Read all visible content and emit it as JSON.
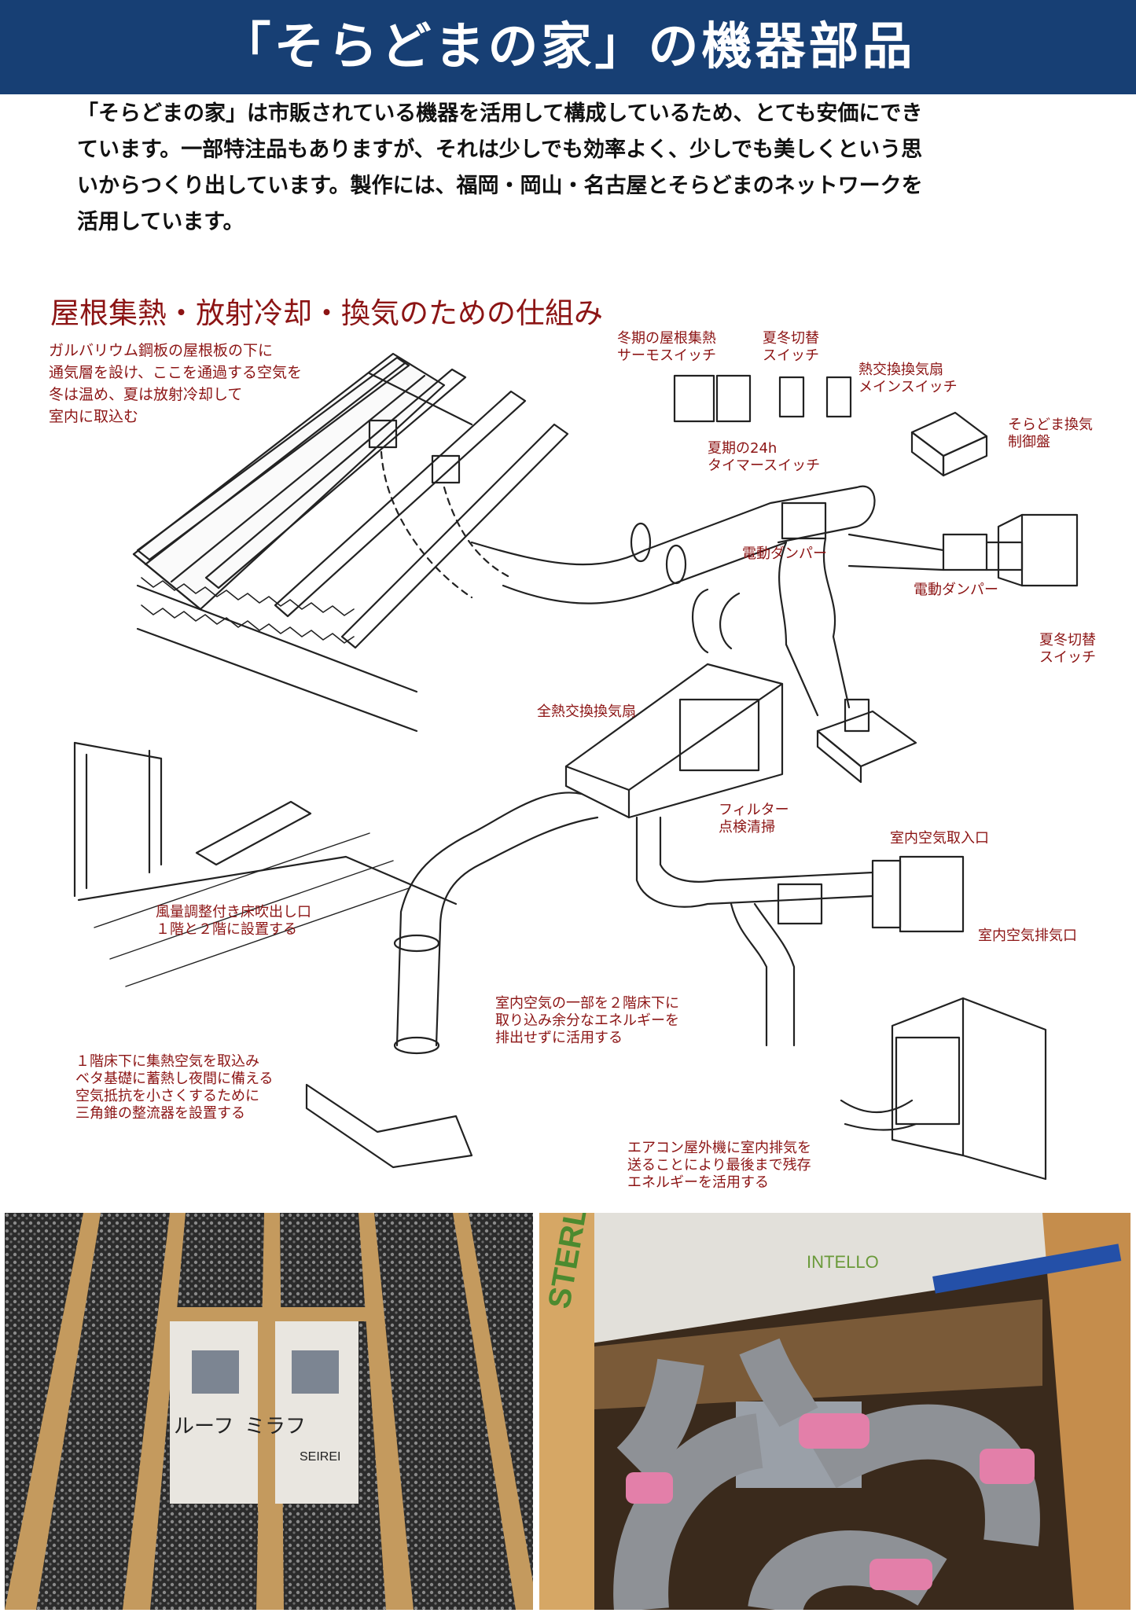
{
  "header": {
    "title": "「そらどまの家」の機器部品"
  },
  "intro": {
    "lines": [
      "「そらどまの家」は市販されている機器を活用して構成しているため、とても安価にでき",
      "ています。一部特注品もありますが、それは少しでも効率よく、少しでも美しくという思",
      "いからつくり出しています。製作には、福岡・岡山・名古屋とそらどまのネットワークを",
      "活用しています。"
    ]
  },
  "section": {
    "title": "屋根集熱・放射冷却・換気のための仕組み"
  },
  "labels": {
    "roof_note": [
      "ガルバリウム鋼板の屋根板の下に",
      "通気層を設け、ここを通過する空気を",
      "冬は温め、夏は放射冷却して",
      "室内に取込む"
    ],
    "winter_switch": [
      "冬期の屋根集熱",
      "サーモスイッチ"
    ],
    "season_switch_top": [
      "夏冬切替",
      "スイッチ"
    ],
    "main_switch": [
      "熱交換換気扇",
      "メインスイッチ"
    ],
    "control_panel": [
      "そらどま換気",
      "制御盤"
    ],
    "timer_switch": [
      "夏期の24h",
      "タイマースイッチ"
    ],
    "damper_1": [
      "電動ダンパー"
    ],
    "damper_2": [
      "電動ダンパー"
    ],
    "season_switch_right": [
      "夏冬切替",
      "スイッチ"
    ],
    "heat_exchanger": [
      "全熱交換換気扇"
    ],
    "filter": [
      "フィルター",
      "点検清掃"
    ],
    "indoor_intake": [
      "室内空気取入口"
    ],
    "floor_outlet": [
      "風量調整付き床吹出し口",
      "１階と２階に設置する"
    ],
    "indoor_exhaust": [
      "室内空気排気口"
    ],
    "reuse_air": [
      "室内空気の一部を２階床下に",
      "取り込み余分なエネルギーを",
      "排出せずに活用する"
    ],
    "foundation": [
      "１階床下に集熱空気を取込み",
      "ベタ基礎に蓄熱し夜間に備える",
      "空気抵抗を小さくするために",
      "三角錐の整流器を設置する"
    ],
    "ac_unit": [
      "エアコン屋外機に室内排気を",
      "送ることにより最後まで残存",
      "エネルギーを活用する"
    ]
  },
  "colors": {
    "header_bg": "#173f74",
    "label": "#8c1414",
    "text": "#111111"
  },
  "photos": {
    "left": {
      "visible_text": [
        "ルーフ",
        "ミラフ",
        "SEIREI"
      ]
    },
    "right": {
      "visible_text": [
        "STERL",
        "INTELLO"
      ]
    }
  }
}
